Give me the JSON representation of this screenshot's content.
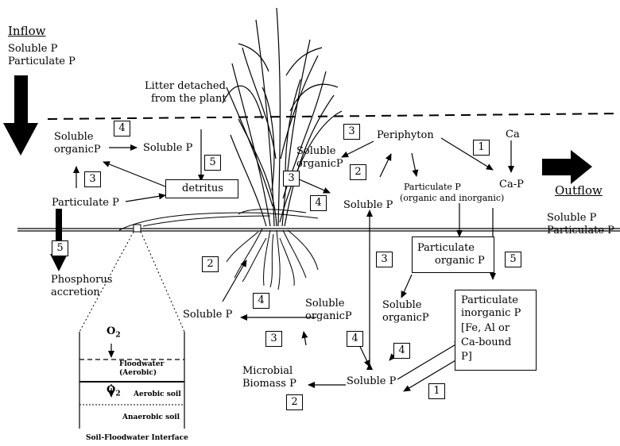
{
  "inflow": {
    "heading": "Inflow",
    "items": [
      "Soluble P",
      "Particulate P"
    ]
  },
  "outflow": {
    "heading": "Outflow",
    "items": [
      "Soluble P",
      "Particulate P"
    ]
  },
  "nodes": {
    "litter": [
      "Litter detached",
      "from the plant"
    ],
    "soluble_organic_left": [
      "Soluble",
      "organicP"
    ],
    "soluble_p_upper": "Soluble P",
    "particulate_p": "Particulate P",
    "detritus": "detritus",
    "soluble_organic_plant": [
      "Soluble",
      "organicP"
    ],
    "periphyton": "Periphyton",
    "ca": "Ca",
    "ca_p": "Ca-P",
    "soluble_p_water": "Soluble P",
    "particulate_p_periphyton": [
      "Particulate P",
      "(organic and inorganic)"
    ],
    "particulate_organic": [
      "Particulate",
      "organic P"
    ],
    "particulate_inorganic": [
      "Particulate",
      "inorganic P",
      "[Fe, Al or",
      "Ca-bound",
      "P]"
    ],
    "accretion": [
      "Phosphorus",
      "accretion"
    ],
    "soluble_p_soil": "Soluble P",
    "soluble_organic_soil": [
      "Soluble",
      "organicP"
    ],
    "soluble_organic_right": [
      "Soluble",
      "organicP"
    ],
    "microbial": [
      "Microbial",
      "Biomass P"
    ],
    "soluble_p_bottom": "Soluble P"
  },
  "process_numbers": [
    "4",
    "3",
    "5",
    "3",
    "1",
    "2",
    "3",
    "4",
    "5",
    "2",
    "3",
    "5",
    "4",
    "3",
    "4",
    "4",
    "1",
    "2"
  ],
  "inset": {
    "o2": "O",
    "floodwater": [
      "Floodwater",
      "(Aerobic)"
    ],
    "aerobic": "Aerobic soil",
    "anaerobic": "Anaerobic soil",
    "caption": "Soil-Floodwater Interface"
  }
}
